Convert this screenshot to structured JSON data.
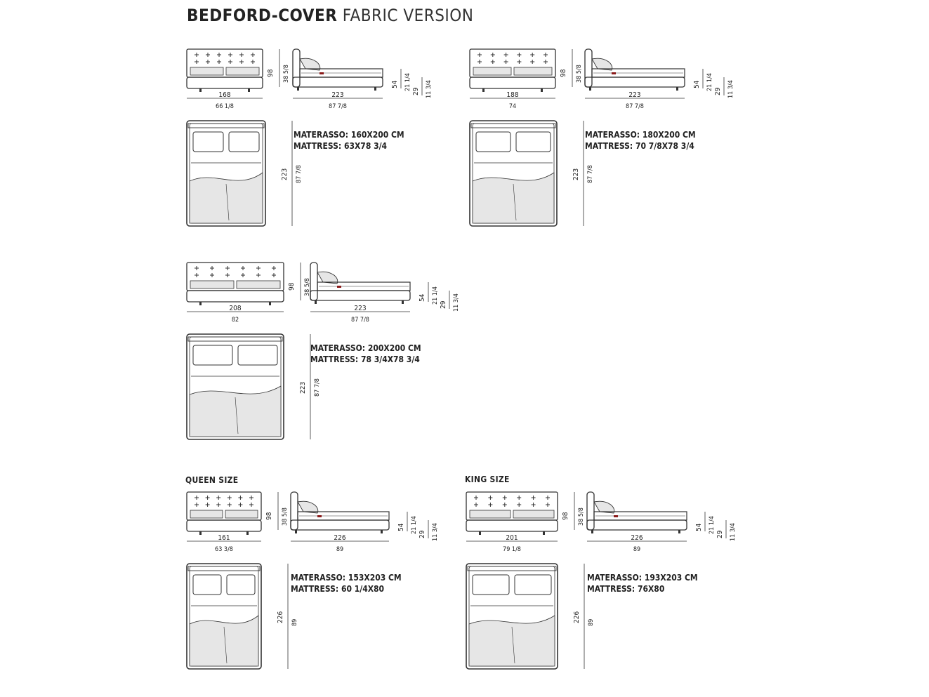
{
  "title": {
    "main": "BEDFORD-COVER",
    "sub": "FABRIC VERSION"
  },
  "sizes": [
    {
      "label": "",
      "front_w": "168",
      "front_w_in": "66 1/8",
      "side_l": "223",
      "side_l_in": "87 7/8",
      "h": "98",
      "h_in": "38 5/8",
      "h2": "54",
      "h2_in": "21 1/4",
      "h3": "29",
      "h3_in": "11 3/4",
      "top_l": "223",
      "top_l_in": "87 7/8",
      "mat1": "MATERASSO: 160X200 CM",
      "mat2": "MATTRESS: 63X78 3/4"
    },
    {
      "label": "",
      "front_w": "188",
      "front_w_in": "74",
      "side_l": "223",
      "side_l_in": "87 7/8",
      "h": "98",
      "h_in": "38 5/8",
      "h2": "54",
      "h2_in": "21 1/4",
      "h3": "29",
      "h3_in": "11 3/4",
      "top_l": "223",
      "top_l_in": "87 7/8",
      "mat1": "MATERASSO: 180X200 CM",
      "mat2": "MATTRESS: 70 7/8X78 3/4"
    },
    {
      "label": "",
      "front_w": "208",
      "front_w_in": "82",
      "side_l": "223",
      "side_l_in": "87 7/8",
      "h": "98",
      "h_in": "38 5/8",
      "h2": "54",
      "h2_in": "21 1/4",
      "h3": "29",
      "h3_in": "11 3/4",
      "top_l": "223",
      "top_l_in": "87 7/8",
      "mat1": "MATERASSO: 200X200 CM",
      "mat2": "MATTRESS: 78 3/4X78 3/4"
    },
    {
      "label": "QUEEN SIZE",
      "front_w": "161",
      "front_w_in": "63 3/8",
      "side_l": "226",
      "side_l_in": "89",
      "h": "98",
      "h_in": "38 5/8",
      "h2": "54",
      "h2_in": "21 1/4",
      "h3": "29",
      "h3_in": "11 3/4",
      "top_l": "226",
      "top_l_in": "89",
      "mat1": "MATERASSO: 153X203 CM",
      "mat2": "MATTRESS: 60 1/4X80"
    },
    {
      "label": "KING SIZE",
      "front_w": "201",
      "front_w_in": "79 1/8",
      "side_l": "226",
      "side_l_in": "89",
      "h": "98",
      "h_in": "38 5/8",
      "h2": "54",
      "h2_in": "21 1/4",
      "h3": "29",
      "h3_in": "11 3/4",
      "top_l": "226",
      "top_l_in": "89",
      "mat1": "MATERASSO: 193X203 CM",
      "mat2": "MATTRESS: 76X80"
    }
  ],
  "colors": {
    "line": "#333333",
    "fill": "#e6e6e6",
    "accent": "#8b1a1a"
  }
}
